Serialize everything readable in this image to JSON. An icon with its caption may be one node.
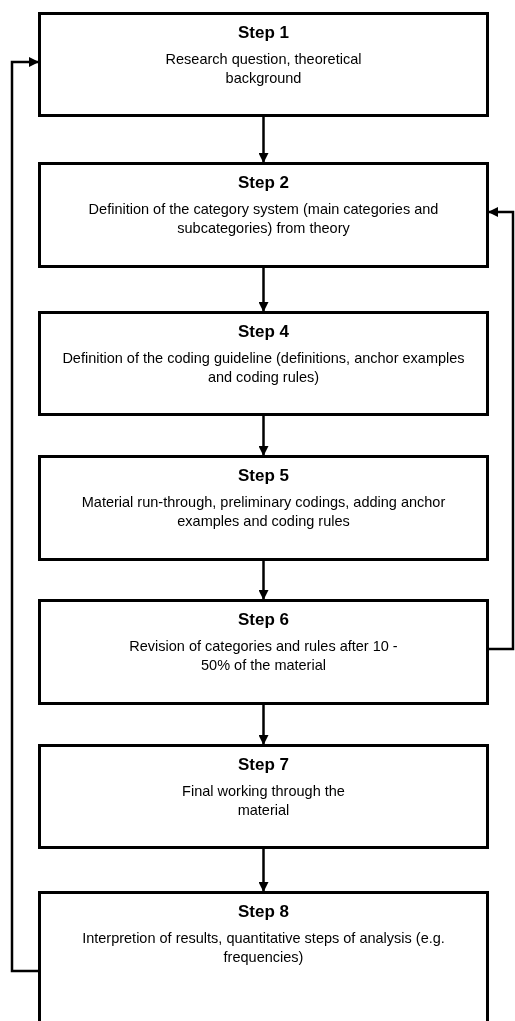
{
  "diagram": {
    "nodes": [
      {
        "text": [
          "Step 1",
          "Research question, theoretical background"
        ]
      },
      {
        "text": [
          "Step 2",
          "Definition of the category system (main categories and subcategories) from theory"
        ]
      },
      {
        "text": [
          "Step 4",
          "Definition of the coding guideline (definitions, anchor examples and coding rules)"
        ]
      },
      {
        "text": [
          "Step 5",
          "Material run-through, preliminary codings, adding anchor examples and coding rules"
        ]
      },
      {
        "text": [
          "Step 6",
          "Revision of categories and rules after 10 - 50% of the material"
        ]
      },
      {
        "text": [
          "Step 7",
          "Final working through the material"
        ]
      },
      {
        "text": [
          "Step 8",
          "Interpretion of results, quantitative steps of analysis (e.g. frequencies)"
        ]
      }
    ],
    "edges": [
      {
        "from": 0,
        "to": 1,
        "arrow": "to"
      },
      {
        "from": 1,
        "to": 2,
        "arrow": "to"
      },
      {
        "from": 2,
        "to": 3,
        "arrow": "to"
      },
      {
        "from": 3,
        "to": 4,
        "arrow": "to"
      },
      {
        "from": 4,
        "to": 5,
        "arrow": "to"
      },
      {
        "from": 5,
        "to": 6,
        "arrow": "to"
      },
      {
        "from": 6,
        "to": 0,
        "arrow": "to"
      },
      {
        "from": 4,
        "to": 1,
        "arrow": "to"
      }
    ]
  }
}
